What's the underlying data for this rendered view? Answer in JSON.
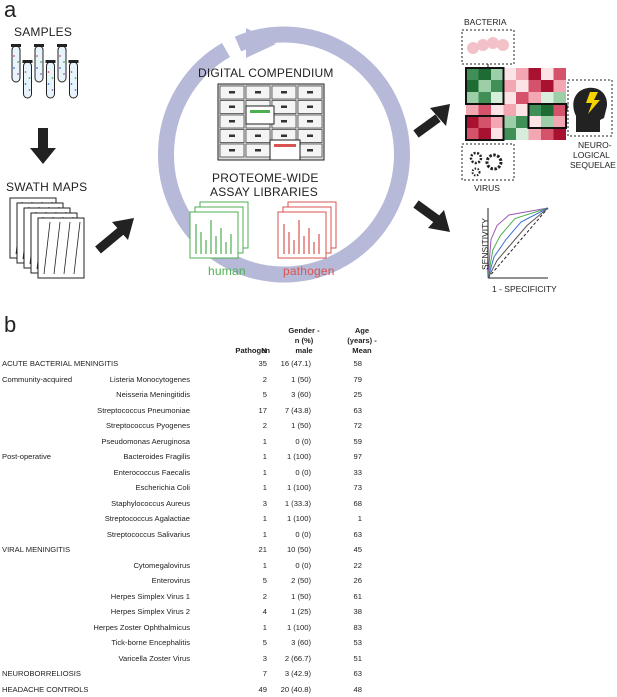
{
  "panel_a": {
    "letter": "a",
    "samples": "SAMPLES",
    "swath_maps": "SWATH MAPS",
    "digital_compendium": "DIGITAL COMPENDIUM",
    "proteome_line1": "PROTEOME-WIDE",
    "proteome_line2": "ASSAY LIBRARIES",
    "human": "human",
    "pathogen": "pathogen",
    "bacteria": "BACTERIA",
    "virus": "VIRUS",
    "neuro_line1": "NEURO-",
    "neuro_line2": "LOGICAL",
    "neuro_line3": "SEQUELAE",
    "sensitivity": "SENSITIVITY",
    "specificity": "1 - SPECIFICITY",
    "colors": {
      "cycle": "#b6b9d8",
      "human": "#4caf50",
      "pathogen": "#d9534f",
      "heat_green": "#1e7a3c",
      "heat_red": "#c8102e",
      "bolt": "#f5d400"
    }
  },
  "panel_b": {
    "letter": "b",
    "headers": {
      "pathogen": "Pathogen",
      "n": "N",
      "gender_1": "Gender -",
      "gender_2": "n (%)",
      "gender_3": "male",
      "age_1": "Age",
      "age_2": "(years) -",
      "age_3": "Mean"
    },
    "rows": [
      {
        "group": "ACUTE BACTERIAL MENINGITIS",
        "pathogen": "",
        "n": "35",
        "gender": "16 (47.1)",
        "age": "58"
      },
      {
        "group": "Community-acquired",
        "pathogen": "Listeria Monocytogenes",
        "n": "2",
        "gender": "1 (50)",
        "age": "79"
      },
      {
        "group": "",
        "pathogen": "Neisseria Meningitidis",
        "n": "5",
        "gender": "3 (60)",
        "age": "25"
      },
      {
        "group": "",
        "pathogen": "Streptococcus Pneumoniae",
        "n": "17",
        "gender": "7 (43.8)",
        "age": "63"
      },
      {
        "group": "",
        "pathogen": "Streptococcus Pyogenes",
        "n": "2",
        "gender": "1 (50)",
        "age": "72"
      },
      {
        "group": "",
        "pathogen": "Pseudomonas Aeruginosa",
        "n": "1",
        "gender": "0 (0)",
        "age": "59"
      },
      {
        "group": "Post-operative",
        "pathogen": "Bacteroides Fragilis",
        "n": "1",
        "gender": "1 (100)",
        "age": "97"
      },
      {
        "group": "",
        "pathogen": "Enterococcus Faecalis",
        "n": "1",
        "gender": "0 (0)",
        "age": "33"
      },
      {
        "group": "",
        "pathogen": "Escherichia Coli",
        "n": "1",
        "gender": "1 (100)",
        "age": "73"
      },
      {
        "group": "",
        "pathogen": "Staphylococcus Aureus",
        "n": "3",
        "gender": "1 (33.3)",
        "age": "68"
      },
      {
        "group": "",
        "pathogen": "Streptococcus Agalactiae",
        "n": "1",
        "gender": "1 (100)",
        "age": "1"
      },
      {
        "group": "",
        "pathogen": "Streptococcus Salivarius",
        "n": "1",
        "gender": "0 (0)",
        "age": "63"
      },
      {
        "group": "VIRAL MENINGITIS",
        "pathogen": "",
        "n": "21",
        "gender": "10 (50)",
        "age": "45"
      },
      {
        "group": "",
        "pathogen": "Cytomegalovirus",
        "n": "1",
        "gender": "0 (0)",
        "age": "22"
      },
      {
        "group": "",
        "pathogen": "Enterovirus",
        "n": "5",
        "gender": "2 (50)",
        "age": "26"
      },
      {
        "group": "",
        "pathogen": "Herpes Simplex Virus 1",
        "n": "2",
        "gender": "1 (50)",
        "age": "61"
      },
      {
        "group": "",
        "pathogen": "Herpes Simplex Virus 2",
        "n": "4",
        "gender": "1 (25)",
        "age": "38"
      },
      {
        "group": "",
        "pathogen": "Herpes Zoster Ophthalmicus",
        "n": "1",
        "gender": "1 (100)",
        "age": "83"
      },
      {
        "group": "",
        "pathogen": "Tick-borne Encephalitis",
        "n": "5",
        "gender": "3 (60)",
        "age": "53"
      },
      {
        "group": "",
        "pathogen": "Varicella Zoster Virus",
        "n": "3",
        "gender": "2 (66.7)",
        "age": "51"
      },
      {
        "group": "NEUROBORRELIOSIS",
        "pathogen": "",
        "n": "7",
        "gender": "3 (42.9)",
        "age": "63"
      },
      {
        "group": "HEADACHE CONTROLS",
        "pathogen": "",
        "n": "49",
        "gender": "20 (40.8)",
        "age": "48"
      }
    ]
  }
}
